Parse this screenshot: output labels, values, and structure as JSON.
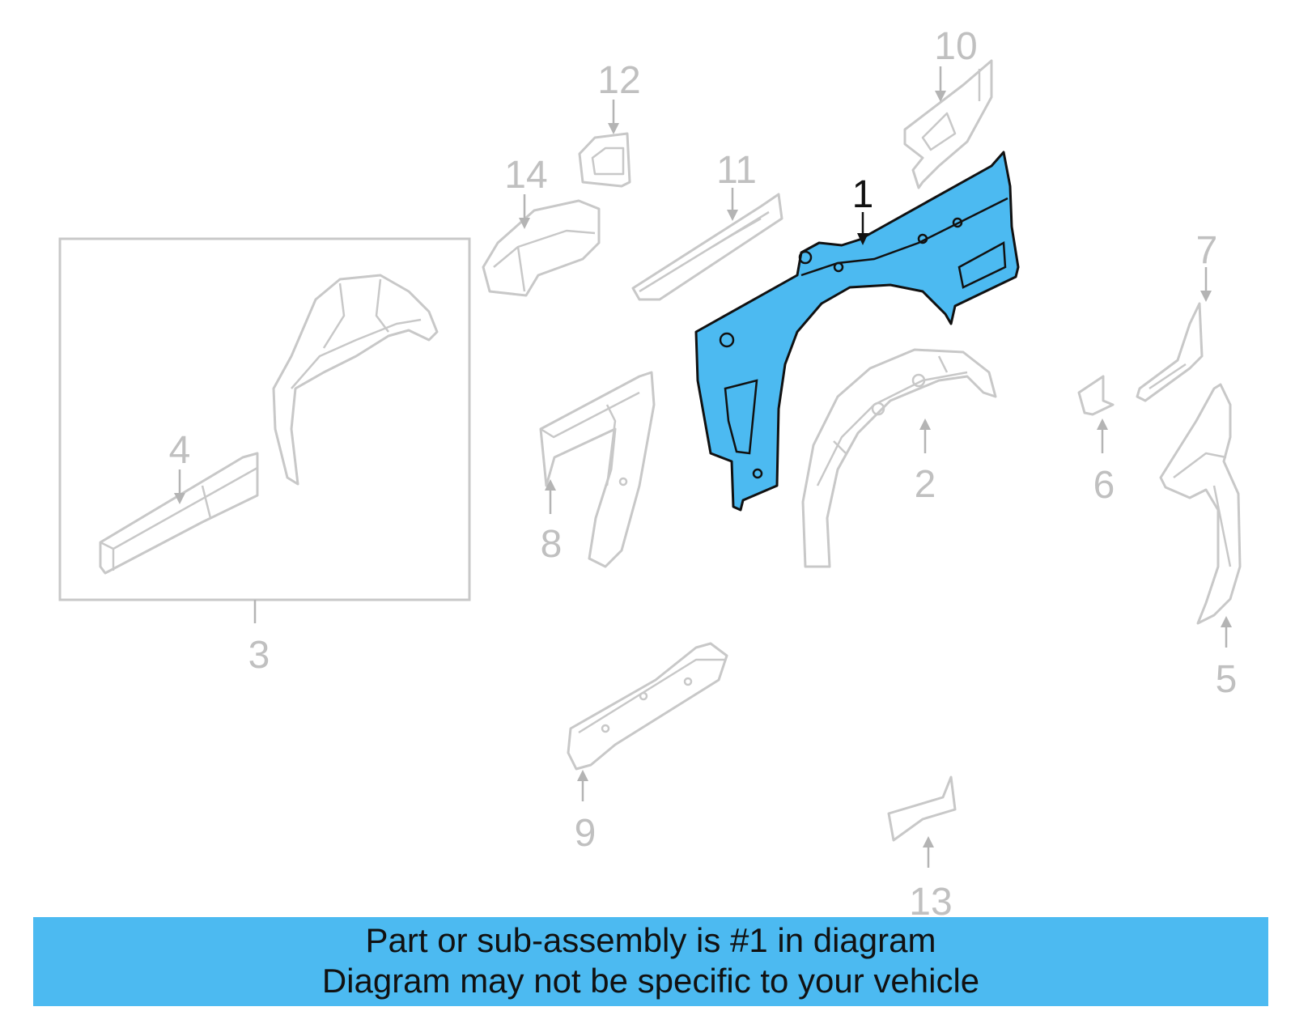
{
  "diagram": {
    "callouts": [
      "1",
      "2",
      "3",
      "4",
      "5",
      "6",
      "7",
      "8",
      "9",
      "10",
      "11",
      "12",
      "13",
      "14"
    ],
    "highlighted_part": "1",
    "highlight_color": "#4cbaf1",
    "line_color": "#c8c8c8"
  },
  "banner": {
    "line1": "Part or sub-assembly is #1 in diagram",
    "line2": "Diagram may not be specific to your vehicle",
    "background": "#4cbaf1"
  }
}
